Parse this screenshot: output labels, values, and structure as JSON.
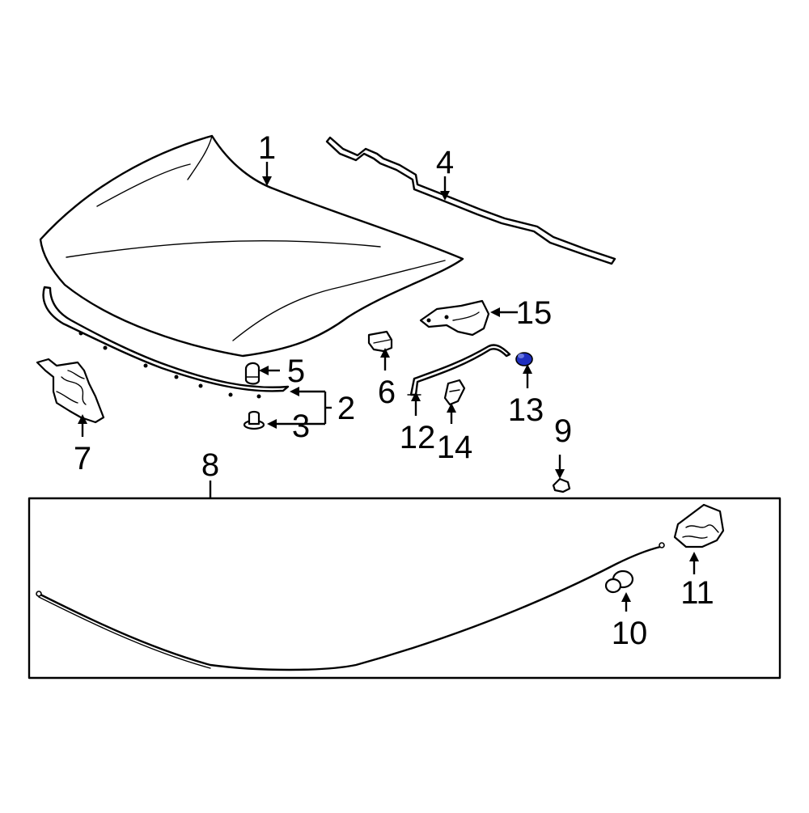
{
  "diagram": {
    "callouts": {
      "c1": "1",
      "c2": "2",
      "c3": "3",
      "c4": "4",
      "c5": "5",
      "c6": "6",
      "c7": "7",
      "c8": "8",
      "c9": "9",
      "c10": "10",
      "c11": "11",
      "c12": "12",
      "c13": "13",
      "c14": "14",
      "c15": "15"
    },
    "colors": {
      "line": "#000000",
      "background": "#ffffff",
      "highlight": "#1f2fbf"
    }
  }
}
